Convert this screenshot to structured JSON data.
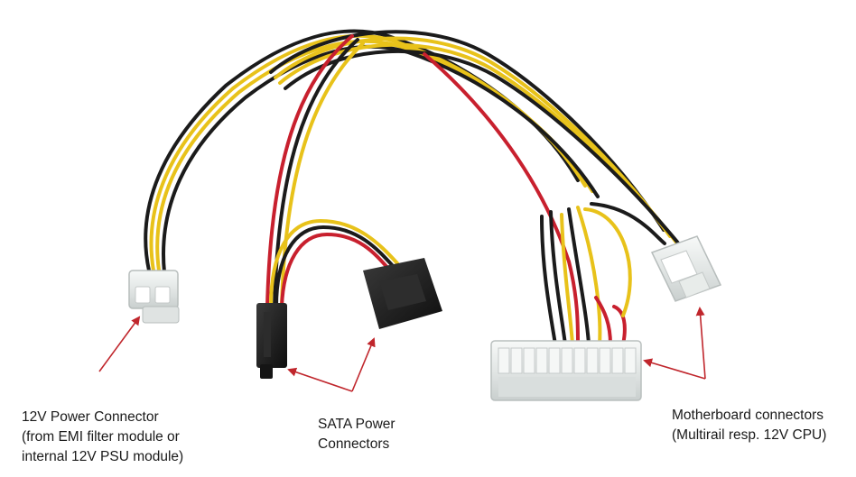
{
  "labels": {
    "power_connector": {
      "line1": "12V Power Connector",
      "line2": "(from EMI filter module or",
      "line3": "internal 12V PSU module)"
    },
    "sata": {
      "line1": "SATA Power",
      "line2": "Connectors"
    },
    "motherboard": {
      "line1": "Motherboard connectors",
      "line2": "(Multirail resp. 12V CPU)"
    }
  },
  "colors": {
    "wire_yellow": "#e8c21a",
    "wire_black": "#1b1b1b",
    "wire_red": "#c8202e",
    "arrow_red": "#c0262c",
    "connector_white": "#ecefee",
    "sata_black": "#1e1e1e"
  }
}
